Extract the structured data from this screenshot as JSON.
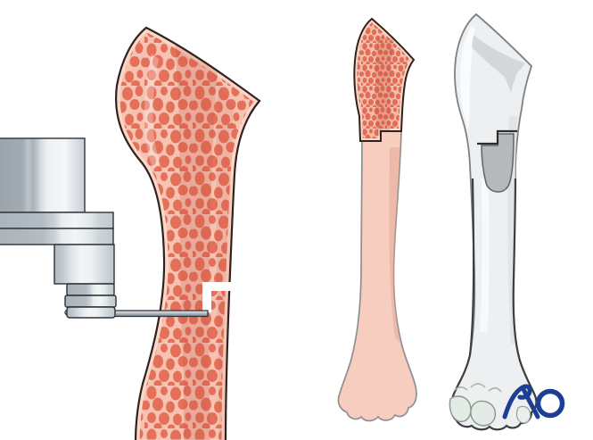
{
  "logo": {
    "text": "AO",
    "color": "#1d3e95"
  },
  "colors": {
    "background": "#ffffff",
    "cancellous_bone_base": "#f6c3b2",
    "cancellous_bone_spots": "#e5705a",
    "cancellous_shadow_band": "#c0503a",
    "bone_outline_dark": "#33211c",
    "cortical_shaft_pink": "#f7cdbf",
    "shaft_outline_gray": "#8e8f90",
    "allograft_fill": "#edeff1",
    "allograft_outline_dark": "#3b3f42",
    "allograft_outline_light": "#7b8185",
    "allograft_cut_face": "#d3d7da",
    "graft_stem_gray": "#b5b9bc",
    "cartilage_tint": "#e2ebe4",
    "instrument_metal_light": "#f3f6f8",
    "instrument_metal_mid": "#b9c2c9",
    "instrument_metal_dark": "#99a2a9",
    "instrument_outline": "#2d3237",
    "step_cut_gap": "#ffffff"
  },
  "elements": [
    {
      "name": "cutting-guide-instrument"
    },
    {
      "name": "saw-blade"
    },
    {
      "name": "proximal-bone-cross-section-with-step-cut"
    },
    {
      "name": "bone-with-step-osteotomy"
    },
    {
      "name": "allograft-bone-with-step-cut-and-stem"
    },
    {
      "name": "ao-logo"
    }
  ]
}
